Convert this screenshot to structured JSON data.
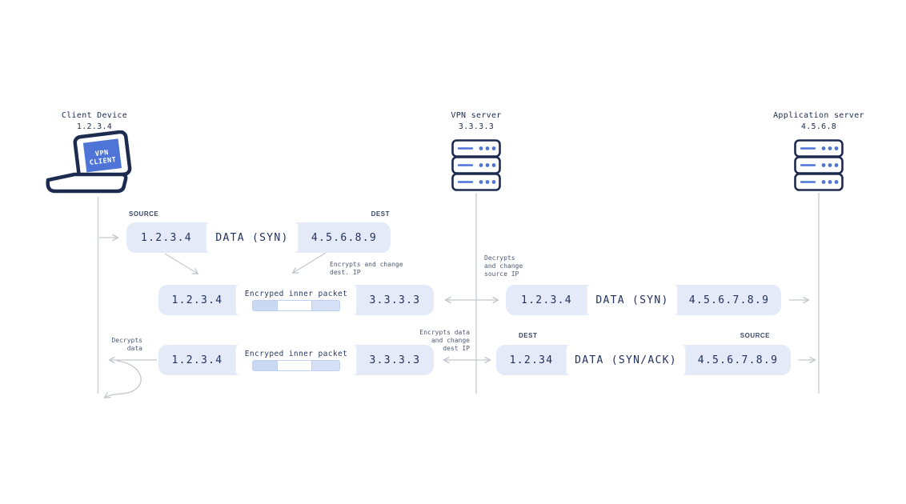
{
  "nodes": {
    "client": {
      "title": "Client Device",
      "ip": "1.2.3.4",
      "screen_label": "VPN\nCLIENT"
    },
    "vpn_server": {
      "title": "VPN server",
      "ip": "3.3.3.3"
    },
    "app_server": {
      "title": "Application server",
      "ip": "4.5.6.8"
    }
  },
  "labels": {
    "source": "SOURCE",
    "dest": "DEST"
  },
  "packets": {
    "client_syn": {
      "source": "1.2.3.4",
      "data": "DATA (SYN)",
      "dest": "4.5.6.8.9"
    },
    "tunnel_out": {
      "source": "1.2.3.4",
      "data": "Encryped inner packet",
      "dest": "3.3.3.3"
    },
    "vpn_to_app": {
      "source": "1.2.3.4",
      "data": "DATA (SYN)",
      "dest": "4.5.6.7.8.9"
    },
    "tunnel_back": {
      "source": "1.2.3.4",
      "data": "Encryped inner packet",
      "dest": "3.3.3.3"
    },
    "app_synack": {
      "dest": "1.2.34",
      "data": "DATA (SYN/ACK)",
      "source": "4.5.6.7.8.9"
    }
  },
  "annotations": {
    "encrypts_dest_ip": "Encrypts and change\ndest. IP",
    "decrypts_source_ip": "Decrypts\nand change\nsource IP",
    "encrypts_data": "Encrypts data\nand change\ndest IP",
    "decrypts_data": "Decrypts\ndata"
  },
  "colors": {
    "accent_blue": "#4d74d6",
    "outline_navy": "#1d2b50",
    "packet_bg": "#e4eaf7",
    "text_navy": "#22315c",
    "connector_gray": "#c5c8cf"
  }
}
